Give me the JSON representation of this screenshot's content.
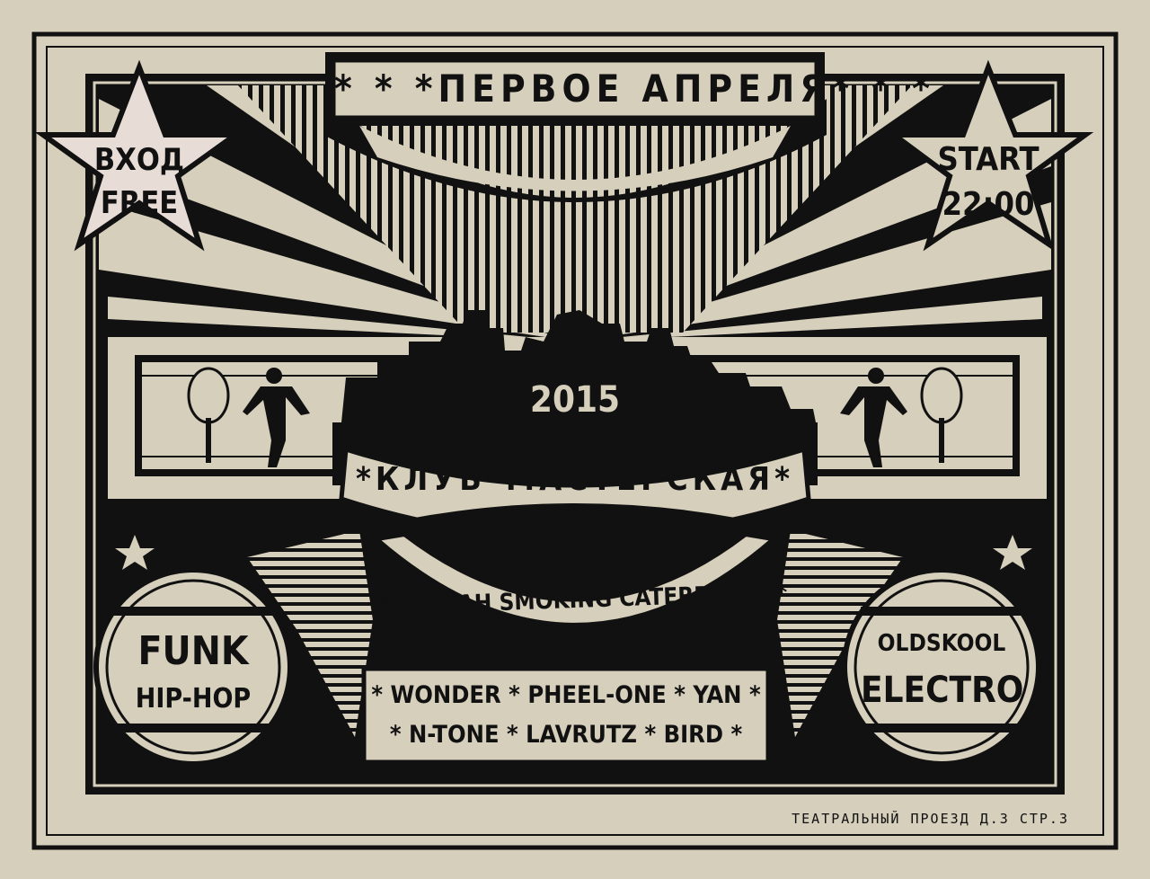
{
  "poster": {
    "date_title": "* * *ПЕРВОЕ АПРЕЛЯ* * *",
    "star_left": {
      "line1": "ВХОД",
      "line2": "FREE"
    },
    "star_right": {
      "line1": "START",
      "line2": "22:00"
    },
    "year": "2015",
    "venue": "*КЛУБ*МАСТЕРСКАЯ*",
    "event_name": "*HOOKAH SMOKING CATERPILLAR*",
    "circle_left": {
      "line1": "FUNK",
      "line2": "HIP-HOP"
    },
    "circle_right": {
      "line1": "OLDSKOOL",
      "line2": "ELECTRO"
    },
    "lineup": {
      "line1": "* WONDER * PHEEL-ONE * YAN *",
      "line2": "* N-TONE * LAVRUTZ * BIRD *"
    },
    "address": "ТЕАТРАЛЬНЫЙ ПРОЕЗД Д.3 СТР.3"
  },
  "colors": {
    "paper": "#d6cfbc",
    "ink": "#111111",
    "star_fill": "#e8ddd6"
  }
}
